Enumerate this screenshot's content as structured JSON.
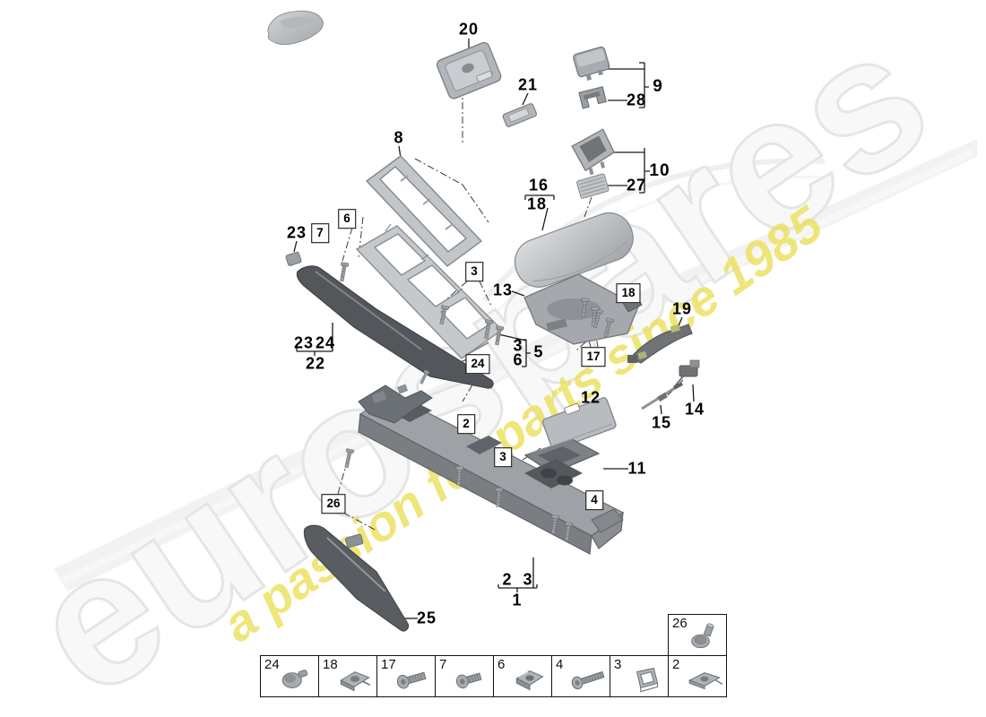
{
  "watermark": {
    "brand": "eurospares",
    "tagline": "a passion for parts since 1985",
    "brand_color": "#f8f8f8",
    "tagline_color": "#ebe15b"
  },
  "callouts": {
    "p20": "20",
    "p21": "21",
    "p8": "8",
    "p9": "9",
    "p28": "28",
    "p10": "10",
    "p27": "27",
    "p16": "16",
    "p18": "18",
    "p13": "13",
    "p19": "19",
    "p23_top": "23",
    "p23_pair": "23",
    "p24_pair": "24",
    "p22": "22",
    "p3_mid": "3",
    "p6_mid": "6",
    "p5": "5",
    "p12": "12",
    "p15": "15",
    "p14": "14",
    "p11": "11",
    "p2_bottom": "2",
    "p3_bottom": "3",
    "p1": "1",
    "p25": "25"
  },
  "boxed_callouts": {
    "b6": "6",
    "b7": "7",
    "b3_upper": "3",
    "b24": "24",
    "b18": "18",
    "b17": "17",
    "b2": "2",
    "b3_lower": "3",
    "b4": "4",
    "b26": "26"
  },
  "legend": {
    "items": [
      {
        "number": "24",
        "icon": "push-rivet-icon"
      },
      {
        "number": "18",
        "icon": "spring-clip-icon"
      },
      {
        "number": "17",
        "icon": "flange-screw-icon"
      },
      {
        "number": "7",
        "icon": "pan-screw-icon"
      },
      {
        "number": "6",
        "icon": "clip-nut-icon"
      },
      {
        "number": "4",
        "icon": "long-screw-icon"
      },
      {
        "number": "3",
        "icon": "cage-clip-icon"
      },
      {
        "number": "2",
        "icon": "flat-clip-icon"
      }
    ],
    "stacked": {
      "number": "26",
      "icon": "washer-screw-icon"
    }
  }
}
